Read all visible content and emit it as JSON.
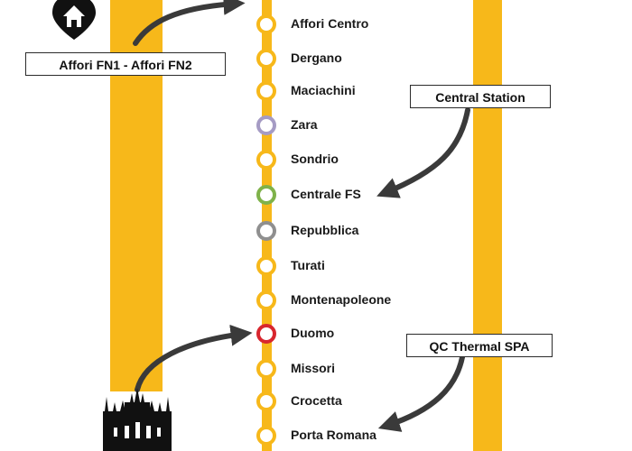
{
  "colors": {
    "line": "#f7b81a",
    "default_ring": "#f7b81a"
  },
  "stations": [
    {
      "name": "Affori Centro",
      "ring": "#f7b81a"
    },
    {
      "name": "Dergano",
      "ring": "#f7b81a"
    },
    {
      "name": "Maciachini",
      "ring": "#f7b81a"
    },
    {
      "name": "Zara",
      "ring": "#a59bc4"
    },
    {
      "name": "Sondrio",
      "ring": "#f7b81a"
    },
    {
      "name": "Centrale FS",
      "ring": "#7fb24a"
    },
    {
      "name": "Repubblica",
      "ring": "#8f8f8f"
    },
    {
      "name": "Turati",
      "ring": "#f7b81a"
    },
    {
      "name": "Montenapoleone",
      "ring": "#f7b81a"
    },
    {
      "name": "Duomo",
      "ring": "#d8262e"
    },
    {
      "name": "Missori",
      "ring": "#f7b81a"
    },
    {
      "name": "Crocetta",
      "ring": "#f7b81a"
    },
    {
      "name": "Porta Romana",
      "ring": "#f7b81a"
    }
  ],
  "callouts": {
    "affori": "Affori FN1 - Affori FN2",
    "central": "Central Station",
    "spa": "QC Thermal SPA"
  },
  "icons": {
    "top_left": "home-location-pin-icon",
    "bottom_left": "duomo-cathedral-icon"
  }
}
